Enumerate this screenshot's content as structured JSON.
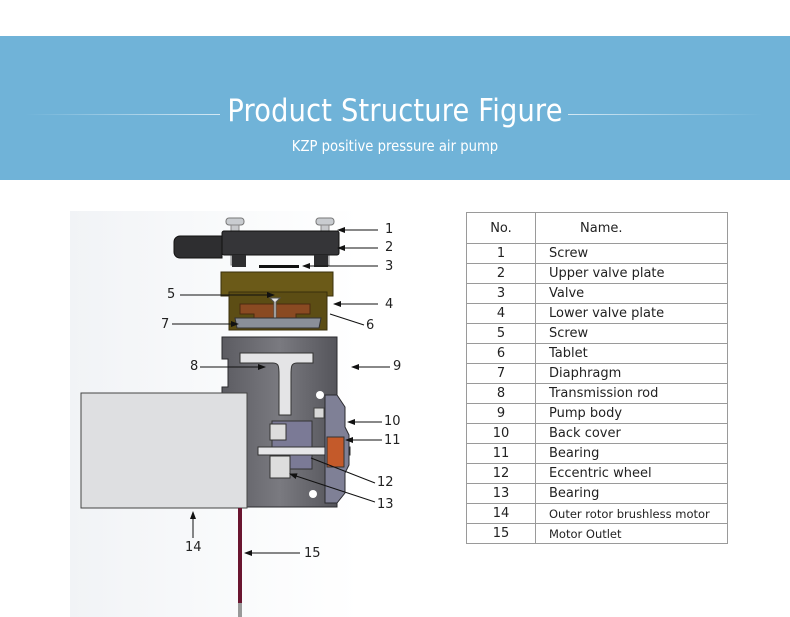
{
  "banner": {
    "title": "Product Structure Figure",
    "subtitle": "KZP positive pressure air pump",
    "background_color": "#70b3d8"
  },
  "figure": {
    "callouts": [
      "1",
      "2",
      "3",
      "4",
      "5",
      "6",
      "7",
      "8",
      "9",
      "10",
      "11",
      "12",
      "13",
      "14",
      "15"
    ]
  },
  "table": {
    "headers": {
      "no": "No.",
      "name": "Name."
    },
    "rows": [
      {
        "no": "1",
        "name": "Screw"
      },
      {
        "no": "2",
        "name": "Upper valve plate"
      },
      {
        "no": "3",
        "name": "Valve"
      },
      {
        "no": "4",
        "name": "Lower valve plate"
      },
      {
        "no": "5",
        "name": "Screw"
      },
      {
        "no": "6",
        "name": "Tablet"
      },
      {
        "no": "7",
        "name": "Diaphragm"
      },
      {
        "no": "8",
        "name": "Transmission rod"
      },
      {
        "no": "9",
        "name": "Pump body"
      },
      {
        "no": "10",
        "name": "Back cover"
      },
      {
        "no": "11",
        "name": "Bearing"
      },
      {
        "no": "12",
        "name": "Eccentric wheel"
      },
      {
        "no": "13",
        "name": "Bearing"
      },
      {
        "no": "14",
        "name": "Outer rotor brushless motor"
      },
      {
        "no": "15",
        "name": "Motor Outlet"
      }
    ]
  }
}
